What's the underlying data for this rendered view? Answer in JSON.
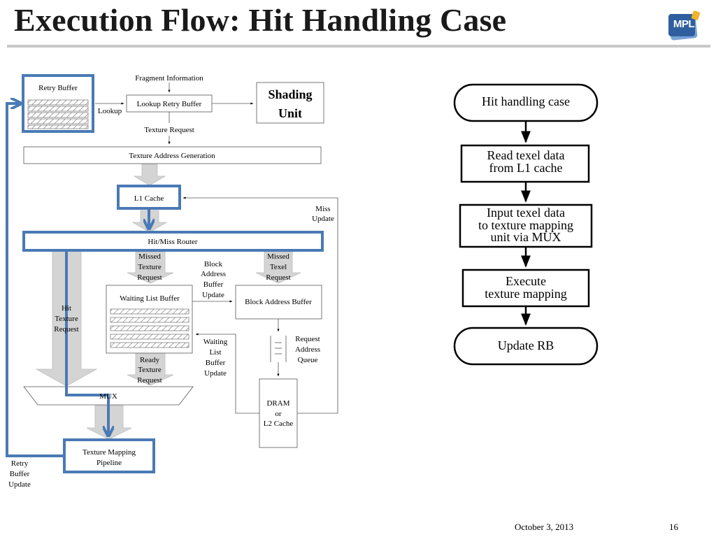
{
  "slide": {
    "title": "Execution Flow: Hit Handling Case",
    "logo": "MPL",
    "date": "October 3, 2013",
    "page_number": "16"
  },
  "architecture": {
    "retry_buffer": "Retry Buffer",
    "fragment_information": "Fragment Information",
    "lookup": "Lookup",
    "lookup_retry_buffer": "Lookup Retry Buffer",
    "shading_unit": [
      "Shading",
      "Unit"
    ],
    "texture_request": "Texture Request",
    "texture_address_generation": "Texture Address Generation",
    "l1_cache": "L1 Cache",
    "miss_update": [
      "Miss",
      "Update"
    ],
    "hit_miss_router": "Hit/Miss Router",
    "missed_texture_request": [
      "Missed",
      "Texture",
      "Request"
    ],
    "block_address_buffer_update": [
      "Block",
      "Address",
      "Buffer",
      "Update"
    ],
    "missed_texel_request": [
      "Missed",
      "Texel",
      "Request"
    ],
    "hit_texture_request": [
      "Hit",
      "Texture",
      "Request"
    ],
    "waiting_list_buffer": "Waiting List Buffer",
    "block_address_buffer": "Block Address Buffer",
    "request_address_queue": [
      "Request",
      "Address",
      "Queue"
    ],
    "waiting_list_buffer_update": [
      "Waiting",
      "List",
      "Buffer",
      "Update"
    ],
    "ready_texture_request": [
      "Ready",
      "Texture",
      "Request"
    ],
    "mux": "MUX",
    "dram_l2": [
      "DRAM",
      "or",
      "L2 Cache"
    ],
    "texture_mapping_pipeline": [
      "Texture Mapping",
      "Pipeline"
    ],
    "retry_buffer_update": [
      "Retry",
      "Buffer",
      "Update"
    ]
  },
  "flowchart": {
    "steps": [
      [
        "Hit handling case"
      ],
      [
        "Read texel data",
        "from L1 cache"
      ],
      [
        "Input texel data",
        "to texture mapping",
        "unit via MUX"
      ],
      [
        "Execute",
        "texture mapping"
      ],
      [
        "Update RB"
      ]
    ]
  },
  "colors": {
    "highlight": "#4a7ab5",
    "arrow_fill": "#d4d4d4",
    "rule": "#c9c9c9"
  }
}
